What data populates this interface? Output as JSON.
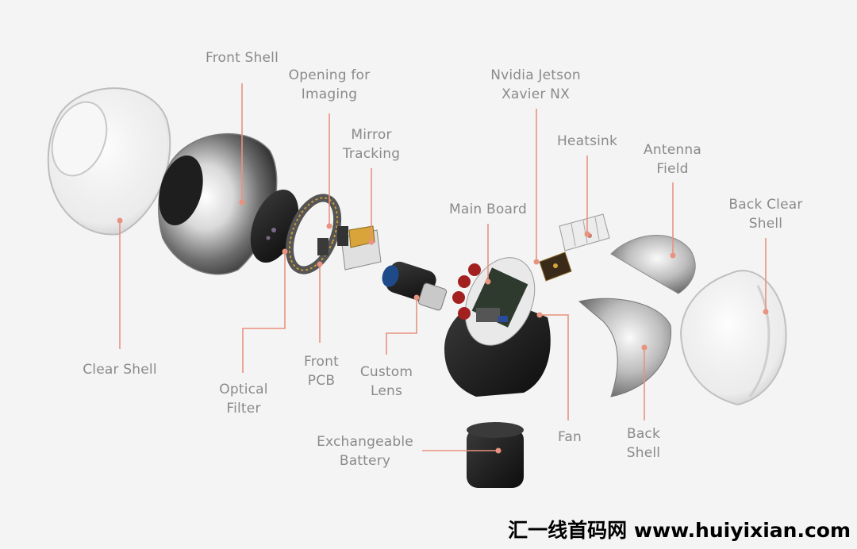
{
  "labels": {
    "front_shell": [
      "Front Shell"
    ],
    "opening_for_imaging": [
      "Opening for",
      "Imaging"
    ],
    "mirror_tracking": [
      "Mirror",
      "Tracking"
    ],
    "nvidia_jetson": [
      "Nvidia Jetson",
      "Xavier NX"
    ],
    "heatsink": [
      "Heatsink"
    ],
    "antenna_field": [
      "Antenna",
      "Field"
    ],
    "back_clear_shell": [
      "Back Clear",
      "Shell"
    ],
    "main_board": [
      "Main Board"
    ],
    "clear_shell": [
      "Clear Shell"
    ],
    "optical_filter": [
      "Optical",
      "Filter"
    ],
    "front_pcb": [
      "Front",
      "PCB"
    ],
    "custom_lens": [
      "Custom",
      "Lens"
    ],
    "exchangeable_battery": [
      "Exchangeable",
      "Battery"
    ],
    "fan": [
      "Fan"
    ],
    "back_shell": [
      "Back",
      "Shell"
    ]
  },
  "watermark": "汇一线首码网 www.huiyixian.com",
  "colors": {
    "leader": "#e8927f",
    "label": "#8a8a8a",
    "background": "#f4f4f4"
  }
}
